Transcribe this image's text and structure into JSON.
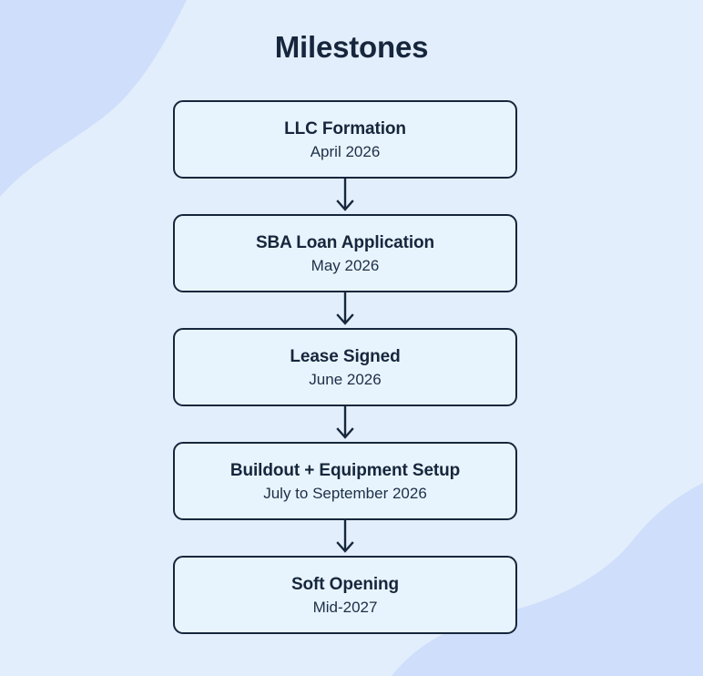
{
  "title": "Milestones",
  "theme": {
    "page_background": "#e3eefc",
    "blob_color": "#cfdefa",
    "node_fill": "#e8f4fd",
    "node_border": "#16263c",
    "text_color": "#16263c",
    "arrow_color": "#16263c"
  },
  "chart_data": {
    "type": "diagram",
    "orientation": "vertical",
    "title": "Milestones",
    "connector": "down-arrow",
    "nodes": [
      {
        "label": "LLC Formation",
        "date": "April 2026"
      },
      {
        "label": "SBA Loan Application",
        "date": "May 2026"
      },
      {
        "label": "Lease Signed",
        "date": "June 2026"
      },
      {
        "label": "Buildout + Equipment Setup",
        "date": "July to September 2026"
      },
      {
        "label": "Soft Opening",
        "date": "Mid-2027"
      }
    ]
  },
  "flow": {
    "nodes": [
      {
        "label": "LLC Formation",
        "date": "April 2026"
      },
      {
        "label": "SBA Loan Application",
        "date": "May 2026"
      },
      {
        "label": "Lease Signed",
        "date": "June 2026"
      },
      {
        "label": "Buildout + Equipment Setup",
        "date": "July to September 2026"
      },
      {
        "label": "Soft Opening",
        "date": "Mid-2027"
      }
    ]
  }
}
